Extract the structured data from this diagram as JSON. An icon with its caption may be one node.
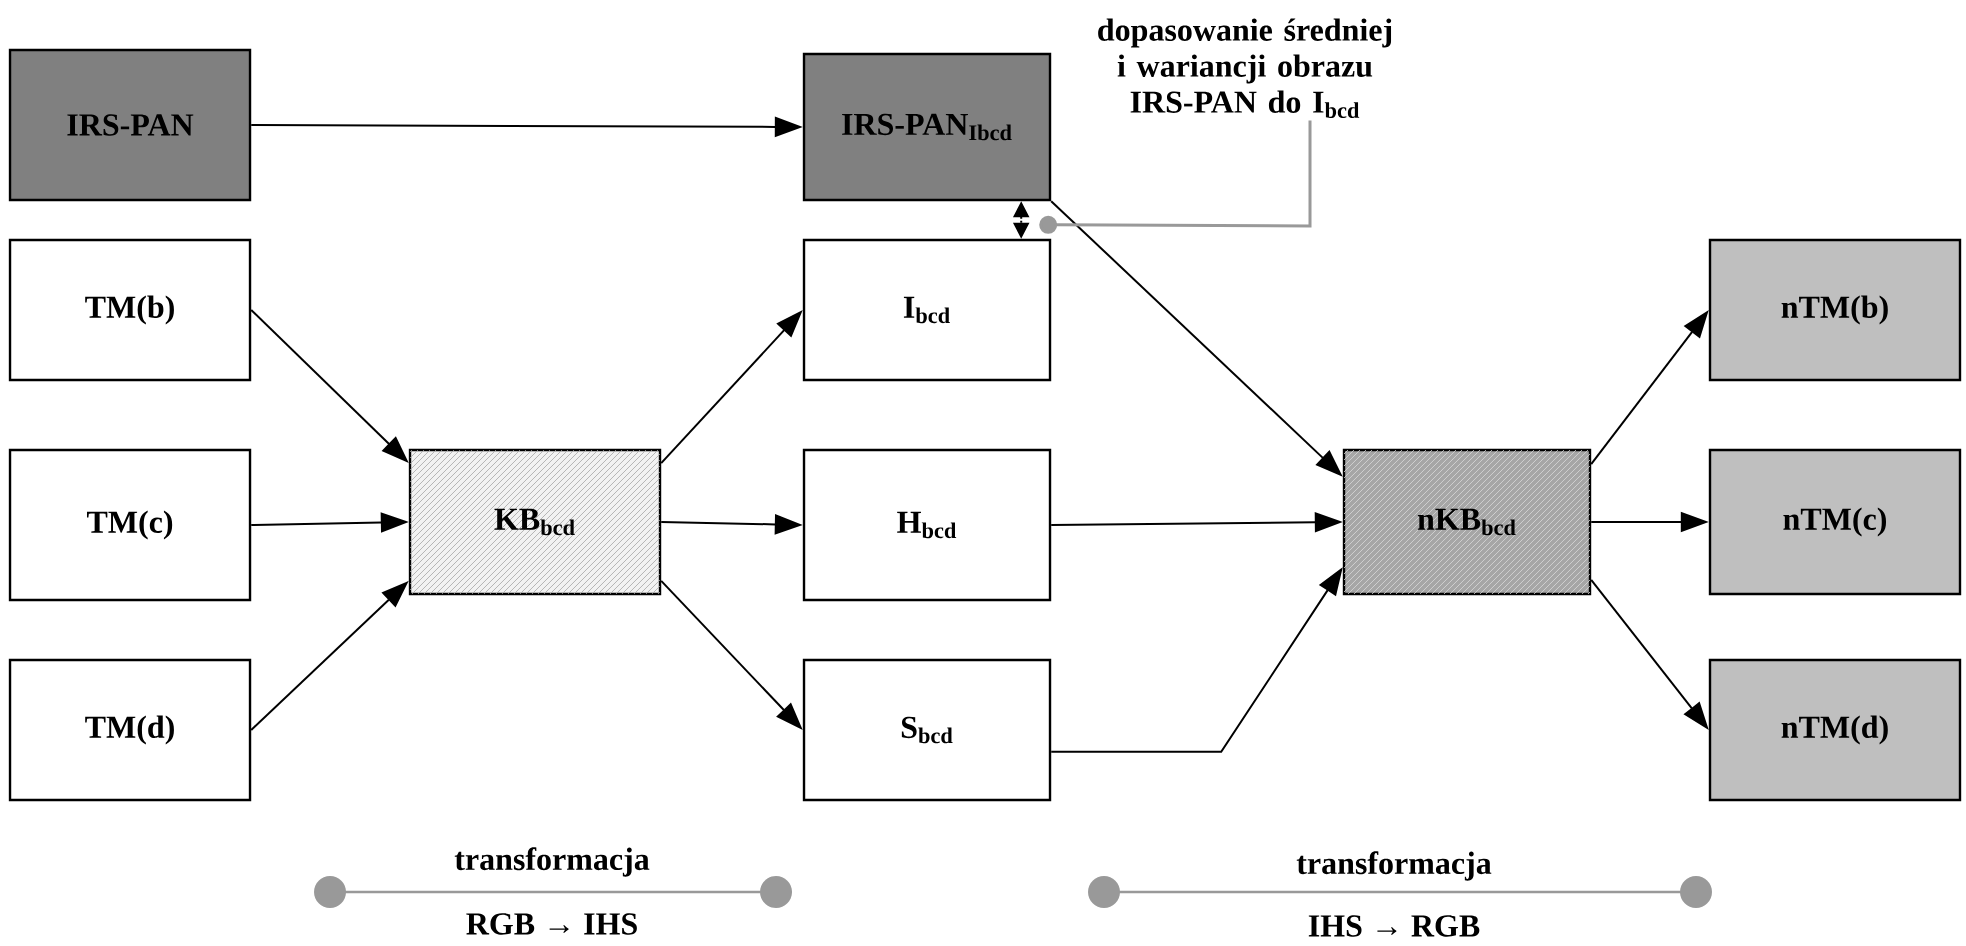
{
  "diagram": {
    "nodes": [
      {
        "text": [
          "IRS-PAN"
        ]
      },
      {
        "text": [
          "IRS-PAN$_{Ibcd}$"
        ]
      },
      {
        "text": [
          "TM(b)"
        ]
      },
      {
        "text": [
          "TM(c)"
        ]
      },
      {
        "text": [
          "TM(d)"
        ]
      },
      {
        "text": [
          "KB$_{bcd}$"
        ]
      },
      {
        "text": [
          "I$_{bcd}$"
        ]
      },
      {
        "text": [
          "H$_{bcd}$"
        ]
      },
      {
        "text": [
          "S$_{bcd}$"
        ]
      },
      {
        "text": [
          "nKB$_{bcd}$"
        ]
      },
      {
        "text": [
          "nTM(b)"
        ]
      },
      {
        "text": [
          "nTM(c)"
        ]
      },
      {
        "text": [
          "nTM(d)"
        ]
      },
      {
        "text": [
          "dopasowanie średniej i wariancji obrazu IRS-PAN do I$_{bcd}$"
        ]
      }
    ],
    "edges": [
      {
        "from": 0,
        "to": 1,
        "arrow": "to"
      },
      {
        "from": 1,
        "to": 9,
        "arrow": "to"
      },
      {
        "from": 1,
        "to": 6,
        "arrow": "both",
        "style": "dashed"
      },
      {
        "from": 2,
        "to": 5,
        "arrow": "to"
      },
      {
        "from": 3,
        "to": 5,
        "arrow": "to"
      },
      {
        "from": 4,
        "to": 5,
        "arrow": "to"
      },
      {
        "from": 5,
        "to": 6,
        "arrow": "to"
      },
      {
        "from": 5,
        "to": 7,
        "arrow": "to"
      },
      {
        "from": 5,
        "to": 8,
        "arrow": "to"
      },
      {
        "from": 7,
        "to": 9,
        "arrow": "to"
      },
      {
        "from": 8,
        "to": 9,
        "arrow": "to"
      },
      {
        "from": 9,
        "to": 10,
        "arrow": "to"
      },
      {
        "from": 9,
        "to": 11,
        "arrow": "to"
      },
      {
        "from": 9,
        "to": 12,
        "arrow": "to"
      },
      {
        "from": 13,
        "to": 6,
        "arrow": "other",
        "color": "#999999"
      }
    ],
    "labels": [
      "transformacja",
      "RGB → IHS",
      "transformacja",
      "IHS → RGB"
    ]
  }
}
